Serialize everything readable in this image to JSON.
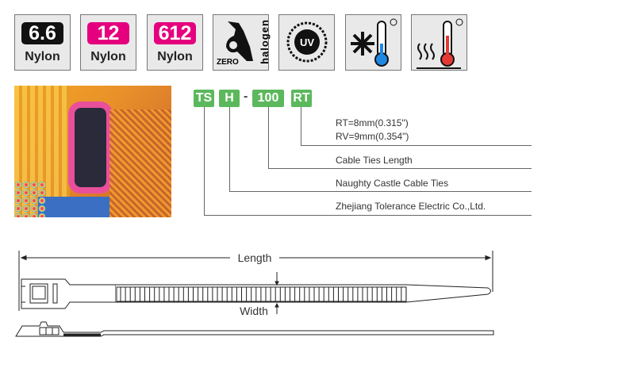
{
  "icons": [
    {
      "name": "nylon-66",
      "badge": "6.6",
      "label": "Nylon",
      "color": "#111111"
    },
    {
      "name": "nylon-12",
      "badge": "12",
      "label": "Nylon",
      "color": "#e5007e"
    },
    {
      "name": "nylon-612",
      "badge": "612",
      "label": "Nylon",
      "color": "#e5007e"
    },
    {
      "name": "zero-halogen",
      "word1": "ZERO",
      "word2": "halogen"
    },
    {
      "name": "uv-resistant",
      "label": "UV"
    },
    {
      "name": "cold-resistant"
    },
    {
      "name": "heat-resistant"
    }
  ],
  "code": {
    "parts": [
      "TS",
      "H",
      "100",
      "RT"
    ],
    "dash": "-",
    "color": "#5cb85c",
    "descriptions": {
      "rt": "RT=8mm(0.315\")",
      "rv": "RV=9mm(0.354\")",
      "length": "Cable Ties Length",
      "series": "Naughty Castle Cable Ties",
      "company": "Zhejiang Tolerance Electric Co.,Ltd."
    }
  },
  "diagram": {
    "length_label": "Length",
    "width_label": "Width"
  }
}
